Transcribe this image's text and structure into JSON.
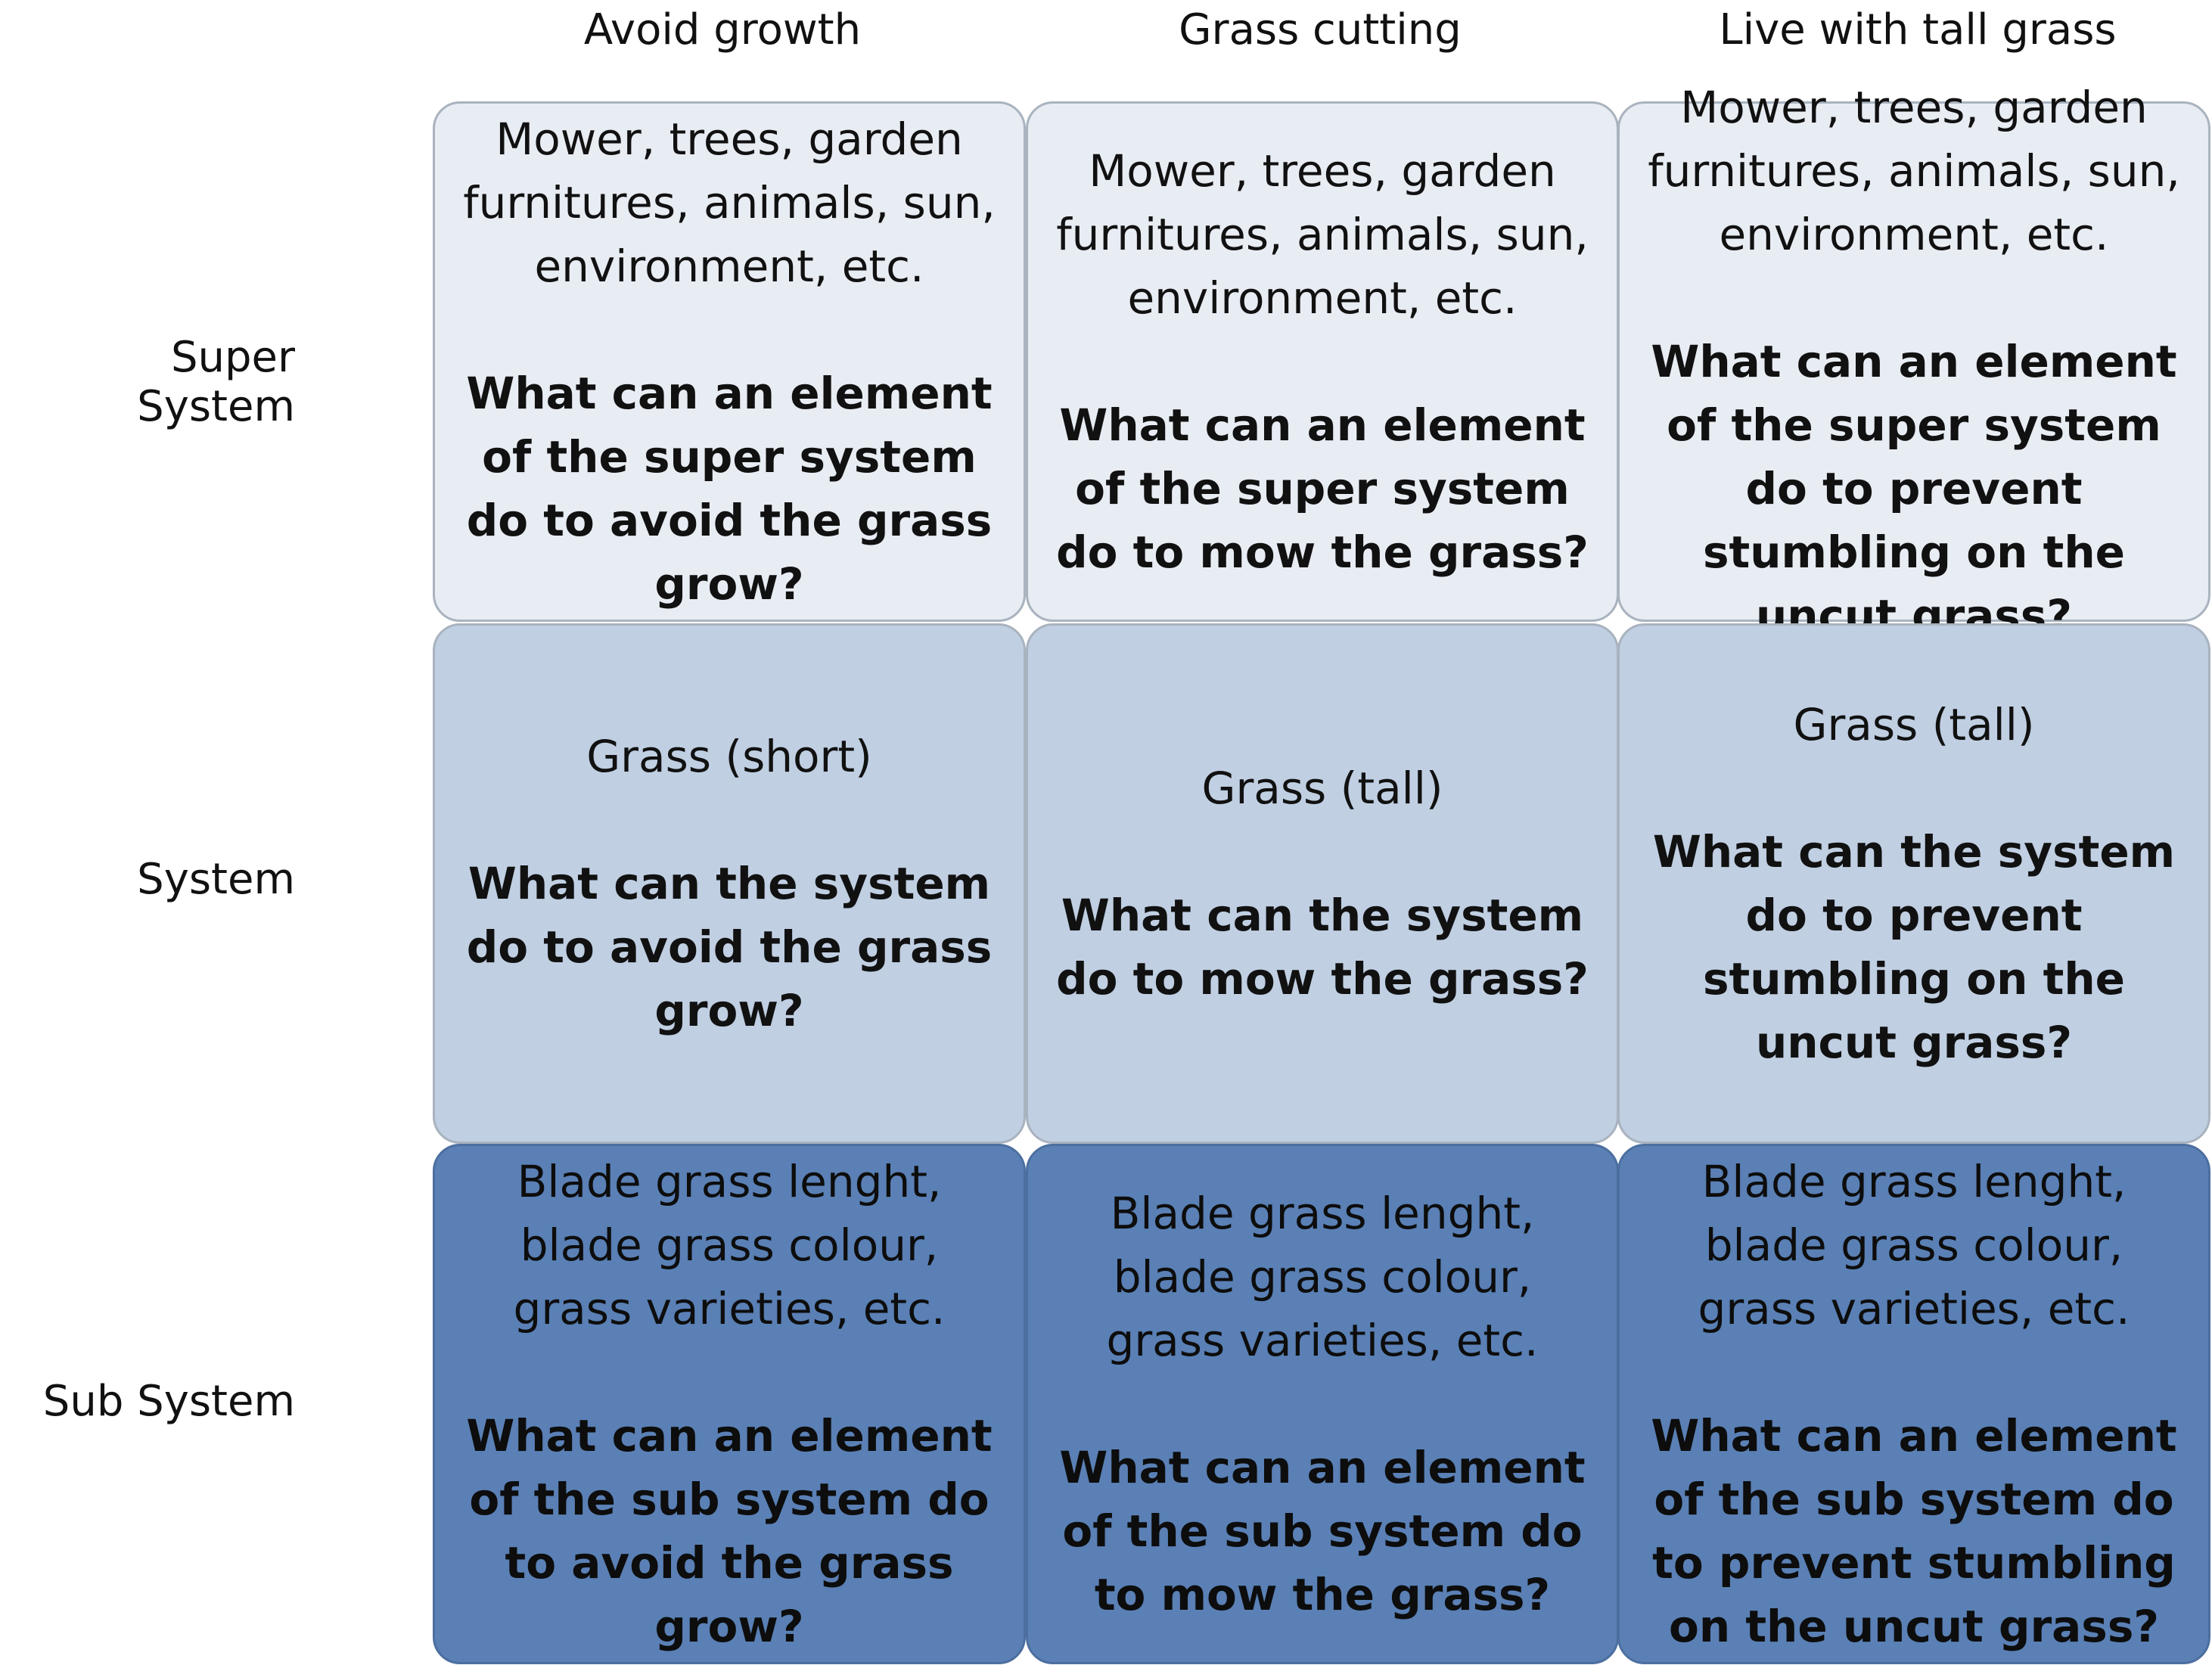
{
  "columns": [
    "Avoid growth",
    "Grass cutting",
    "Live with tall grass"
  ],
  "rows": [
    {
      "label": "Super System",
      "cells": [
        {
          "desc": "Mower, trees, garden furnitures, animals, sun, environment, etc.",
          "question": "What can an element of the super system do to avoid the grass grow?"
        },
        {
          "desc": "Mower, trees, garden furnitures, animals, sun, environment, etc.",
          "question": "What can an element of the super system do to mow the grass?"
        },
        {
          "desc": "Mower, trees, garden furnitures, animals, sun, environment, etc.",
          "question": "What can an element of the super system do to prevent stumbling on the uncut grass?"
        }
      ]
    },
    {
      "label": "System",
      "cells": [
        {
          "desc": "Grass (short)",
          "question": "What can the system do to avoid the grass grow?"
        },
        {
          "desc": "Grass (tall)",
          "question": "What can the system do to mow the grass?"
        },
        {
          "desc": "Grass (tall)",
          "question": "What can the system do to prevent stumbling on the uncut grass?"
        }
      ]
    },
    {
      "label": "Sub System",
      "cells": [
        {
          "desc": "Blade grass lenght, blade grass colour, grass varieties, etc.",
          "question": "What can an element of the sub system do to avoid the grass grow?"
        },
        {
          "desc": "Blade grass lenght, blade grass colour, grass varieties, etc.",
          "question": "What can an element of the sub system do to mow the grass?"
        },
        {
          "desc": "Blade grass lenght, blade grass colour, grass varieties, etc.",
          "question": "What can an element of the sub system do to prevent stumbling on the uncut grass?"
        }
      ]
    }
  ],
  "colors": {
    "super": "#e8ecf3",
    "system": "#c0cfe2",
    "sub": "#5a80b5"
  }
}
